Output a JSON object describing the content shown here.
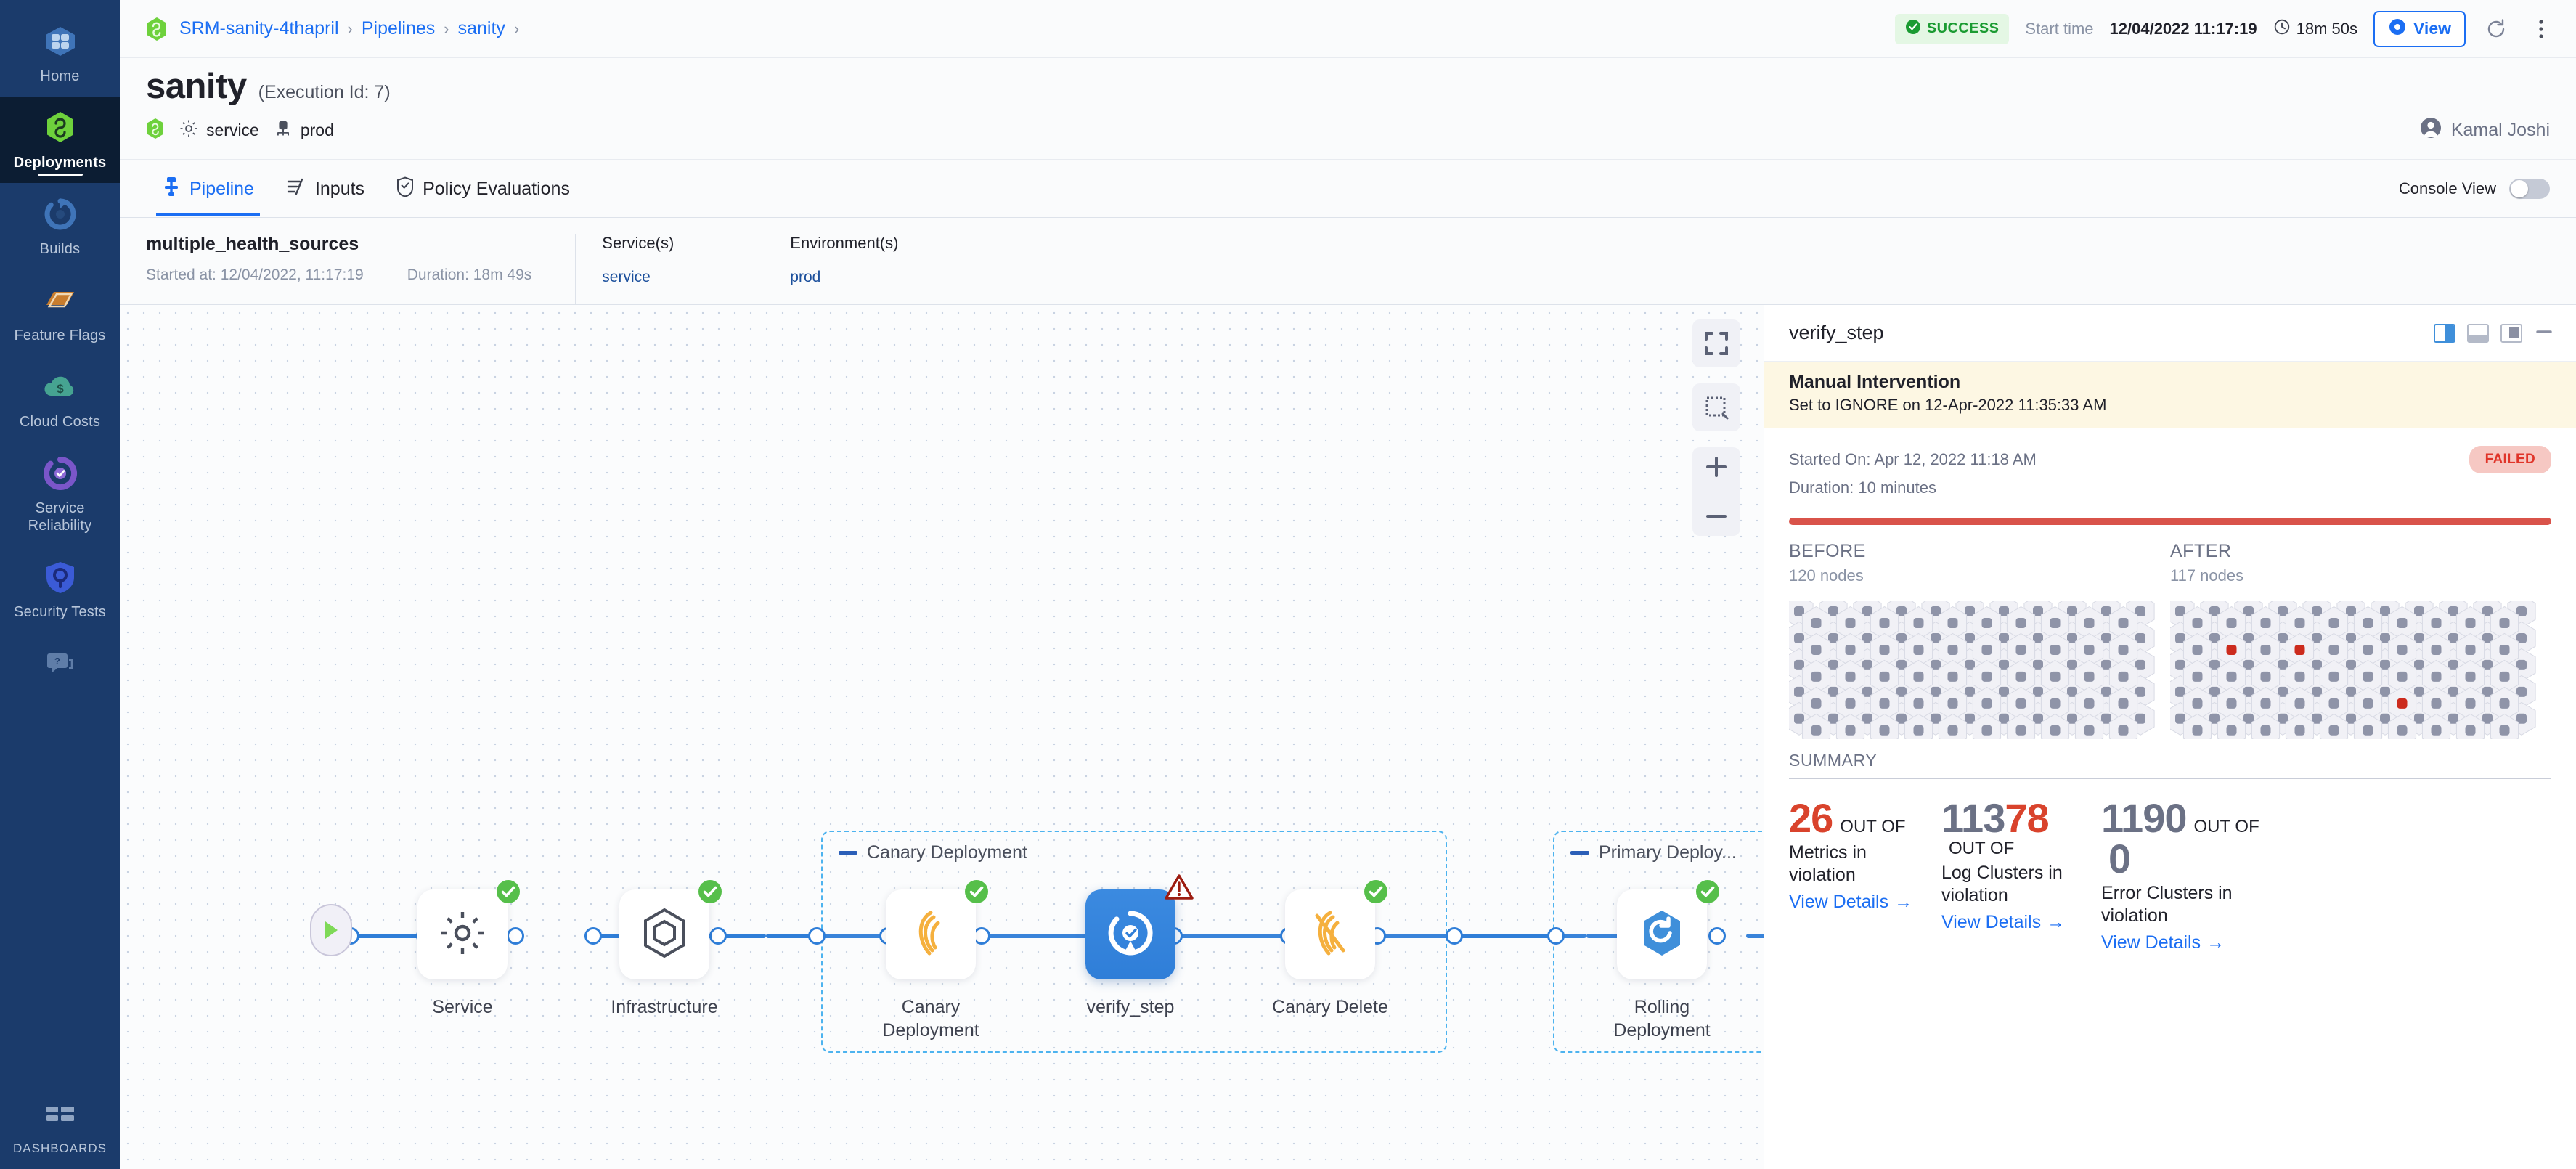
{
  "sidebar": {
    "items": [
      {
        "label": "Home",
        "icon": "home-icon",
        "active": false
      },
      {
        "label": "Deployments",
        "icon": "deployments-icon",
        "active": true
      },
      {
        "label": "Builds",
        "icon": "builds-icon",
        "active": false
      },
      {
        "label": "Feature Flags",
        "icon": "feature-flags-icon",
        "active": false
      },
      {
        "label": "Cloud Costs",
        "icon": "cloud-costs-icon",
        "active": false
      },
      {
        "label": "Service Reliability",
        "icon": "service-reliability-icon",
        "active": false
      },
      {
        "label": "Security Tests",
        "icon": "security-tests-icon",
        "active": false
      }
    ],
    "help": {
      "label": "",
      "icon": "help-chat-icon"
    },
    "bottom": {
      "label": "DASHBOARDS",
      "icon": "dashboards-icon"
    }
  },
  "breadcrumb": {
    "project_icon": "harness-logo-icon",
    "items": [
      "SRM-sanity-4thapril",
      "Pipelines",
      "sanity"
    ],
    "separator": "›",
    "trailing_separator": "›"
  },
  "topbar": {
    "status_label": "SUCCESS",
    "status_color": "#1b9b32",
    "start_time_label": "Start time",
    "start_time_value": "12/04/2022 11:17:19",
    "duration": "18m 50s",
    "view_button": "View",
    "refresh_icon": "refresh-icon",
    "more_icon": "more-vertical-icon"
  },
  "header": {
    "title": "sanity",
    "execution_id": "(Execution Id: 7)",
    "chips": [
      {
        "icon": "gear-icon",
        "label": "service"
      },
      {
        "icon": "environment-icon",
        "label": "prod"
      }
    ],
    "user": {
      "name": "Kamal Joshi",
      "icon": "avatar-icon"
    }
  },
  "tabs": {
    "items": [
      {
        "label": "Pipeline",
        "icon": "pipeline-icon",
        "active": true
      },
      {
        "label": "Inputs",
        "icon": "inputs-icon",
        "active": false
      },
      {
        "label": "Policy Evaluations",
        "icon": "policy-shield-icon",
        "active": false
      }
    ],
    "console_view_label": "Console View",
    "console_view_on": false
  },
  "execution_summary": {
    "name": "multiple_health_sources",
    "started_at": "Started at: 12/04/2022, 11:17:19",
    "duration": "Duration: 18m 49s",
    "fields": [
      {
        "key": "Service(s)",
        "value": "service"
      },
      {
        "key": "Environment(s)",
        "value": "prod"
      }
    ]
  },
  "canvas": {
    "tools": [
      {
        "name": "fit-screen-icon"
      },
      {
        "name": "selection-box-icon"
      },
      {
        "name": "zoom-in-icon"
      },
      {
        "name": "zoom-out-icon"
      }
    ],
    "start_node": "pipeline-start-icon",
    "end_node": "pipeline-end-icon",
    "groups": [
      {
        "title": "Canary Deployment"
      },
      {
        "title": "Primary Deploy..."
      }
    ],
    "steps": [
      {
        "label": "Service",
        "icon": "gear-step-icon",
        "status": "success",
        "selected": false
      },
      {
        "label": "Infrastructure",
        "icon": "infrastructure-step-icon",
        "status": "success",
        "selected": false
      },
      {
        "label": "Canary Deployment",
        "icon": "canary-deploy-icon",
        "status": "success",
        "selected": false
      },
      {
        "label": "verify_step",
        "icon": "verify-step-icon",
        "status": "warning",
        "selected": true
      },
      {
        "label": "Canary Delete",
        "icon": "canary-delete-icon",
        "status": "success",
        "selected": false
      },
      {
        "label": "Rolling Deployment",
        "icon": "rolling-deploy-icon",
        "status": "success",
        "selected": false
      }
    ]
  },
  "detail_panel": {
    "title": "verify_step",
    "layout_icons": [
      "split-right-icon",
      "split-bottom-icon",
      "split-left-icon",
      "minimize-icon"
    ],
    "banner": {
      "title": "Manual Intervention",
      "subtitle": "Set to IGNORE on 12-Apr-2022 11:35:33 AM"
    },
    "started_on": "Started On: Apr 12, 2022 11:18 AM",
    "duration": "Duration: 10 minutes",
    "status_pill": "FAILED",
    "status_color": "#d9534a",
    "before": {
      "heading": "BEFORE",
      "nodes": "120 nodes"
    },
    "after": {
      "heading": "AFTER",
      "nodes": "117 nodes"
    },
    "summary_heading": "SUMMARY",
    "stats": [
      {
        "value": "26",
        "value_color": "red",
        "out_of": "OUT OF",
        "total": "",
        "desc": "Metrics in violation",
        "link": "View Details"
      },
      {
        "value": "113",
        "value_color": "gray",
        "value2": "78",
        "value2_color": "red",
        "out_of": "OUT OF",
        "desc": "Log Clusters in violation",
        "link": "View Details"
      },
      {
        "value": "1190",
        "value_color": "gray",
        "out_of": "OUT OF",
        "total": "0",
        "total_color": "gray",
        "desc": "Error Clusters in violation",
        "link": "View Details"
      }
    ],
    "link_arrow": "→"
  },
  "hex_grid": {
    "cols": 12,
    "rows": 5,
    "before_highlights": [],
    "after_highlights": [
      {
        "col": 10,
        "row": 0,
        "offset": true,
        "color": "#5ac44e"
      },
      {
        "col": 1,
        "row": 1,
        "offset": true,
        "color": "#cc2b1d"
      },
      {
        "col": 3,
        "row": 1,
        "offset": true,
        "color": "#cc2b1d"
      },
      {
        "col": 6,
        "row": 3,
        "offset": true,
        "color": "#cc2b1d"
      }
    ],
    "hex_fill": "#f1f1f6",
    "hex_stroke": "#d8dae4",
    "dot_color": "#8f94a8"
  },
  "colors": {
    "accent": "#1b6ef3",
    "rail": "#2f7ed8",
    "success": "#5ac44e",
    "warning": "#b42318",
    "nav_bg": "#1b3b6b",
    "nav_active": "#0c1d33"
  }
}
